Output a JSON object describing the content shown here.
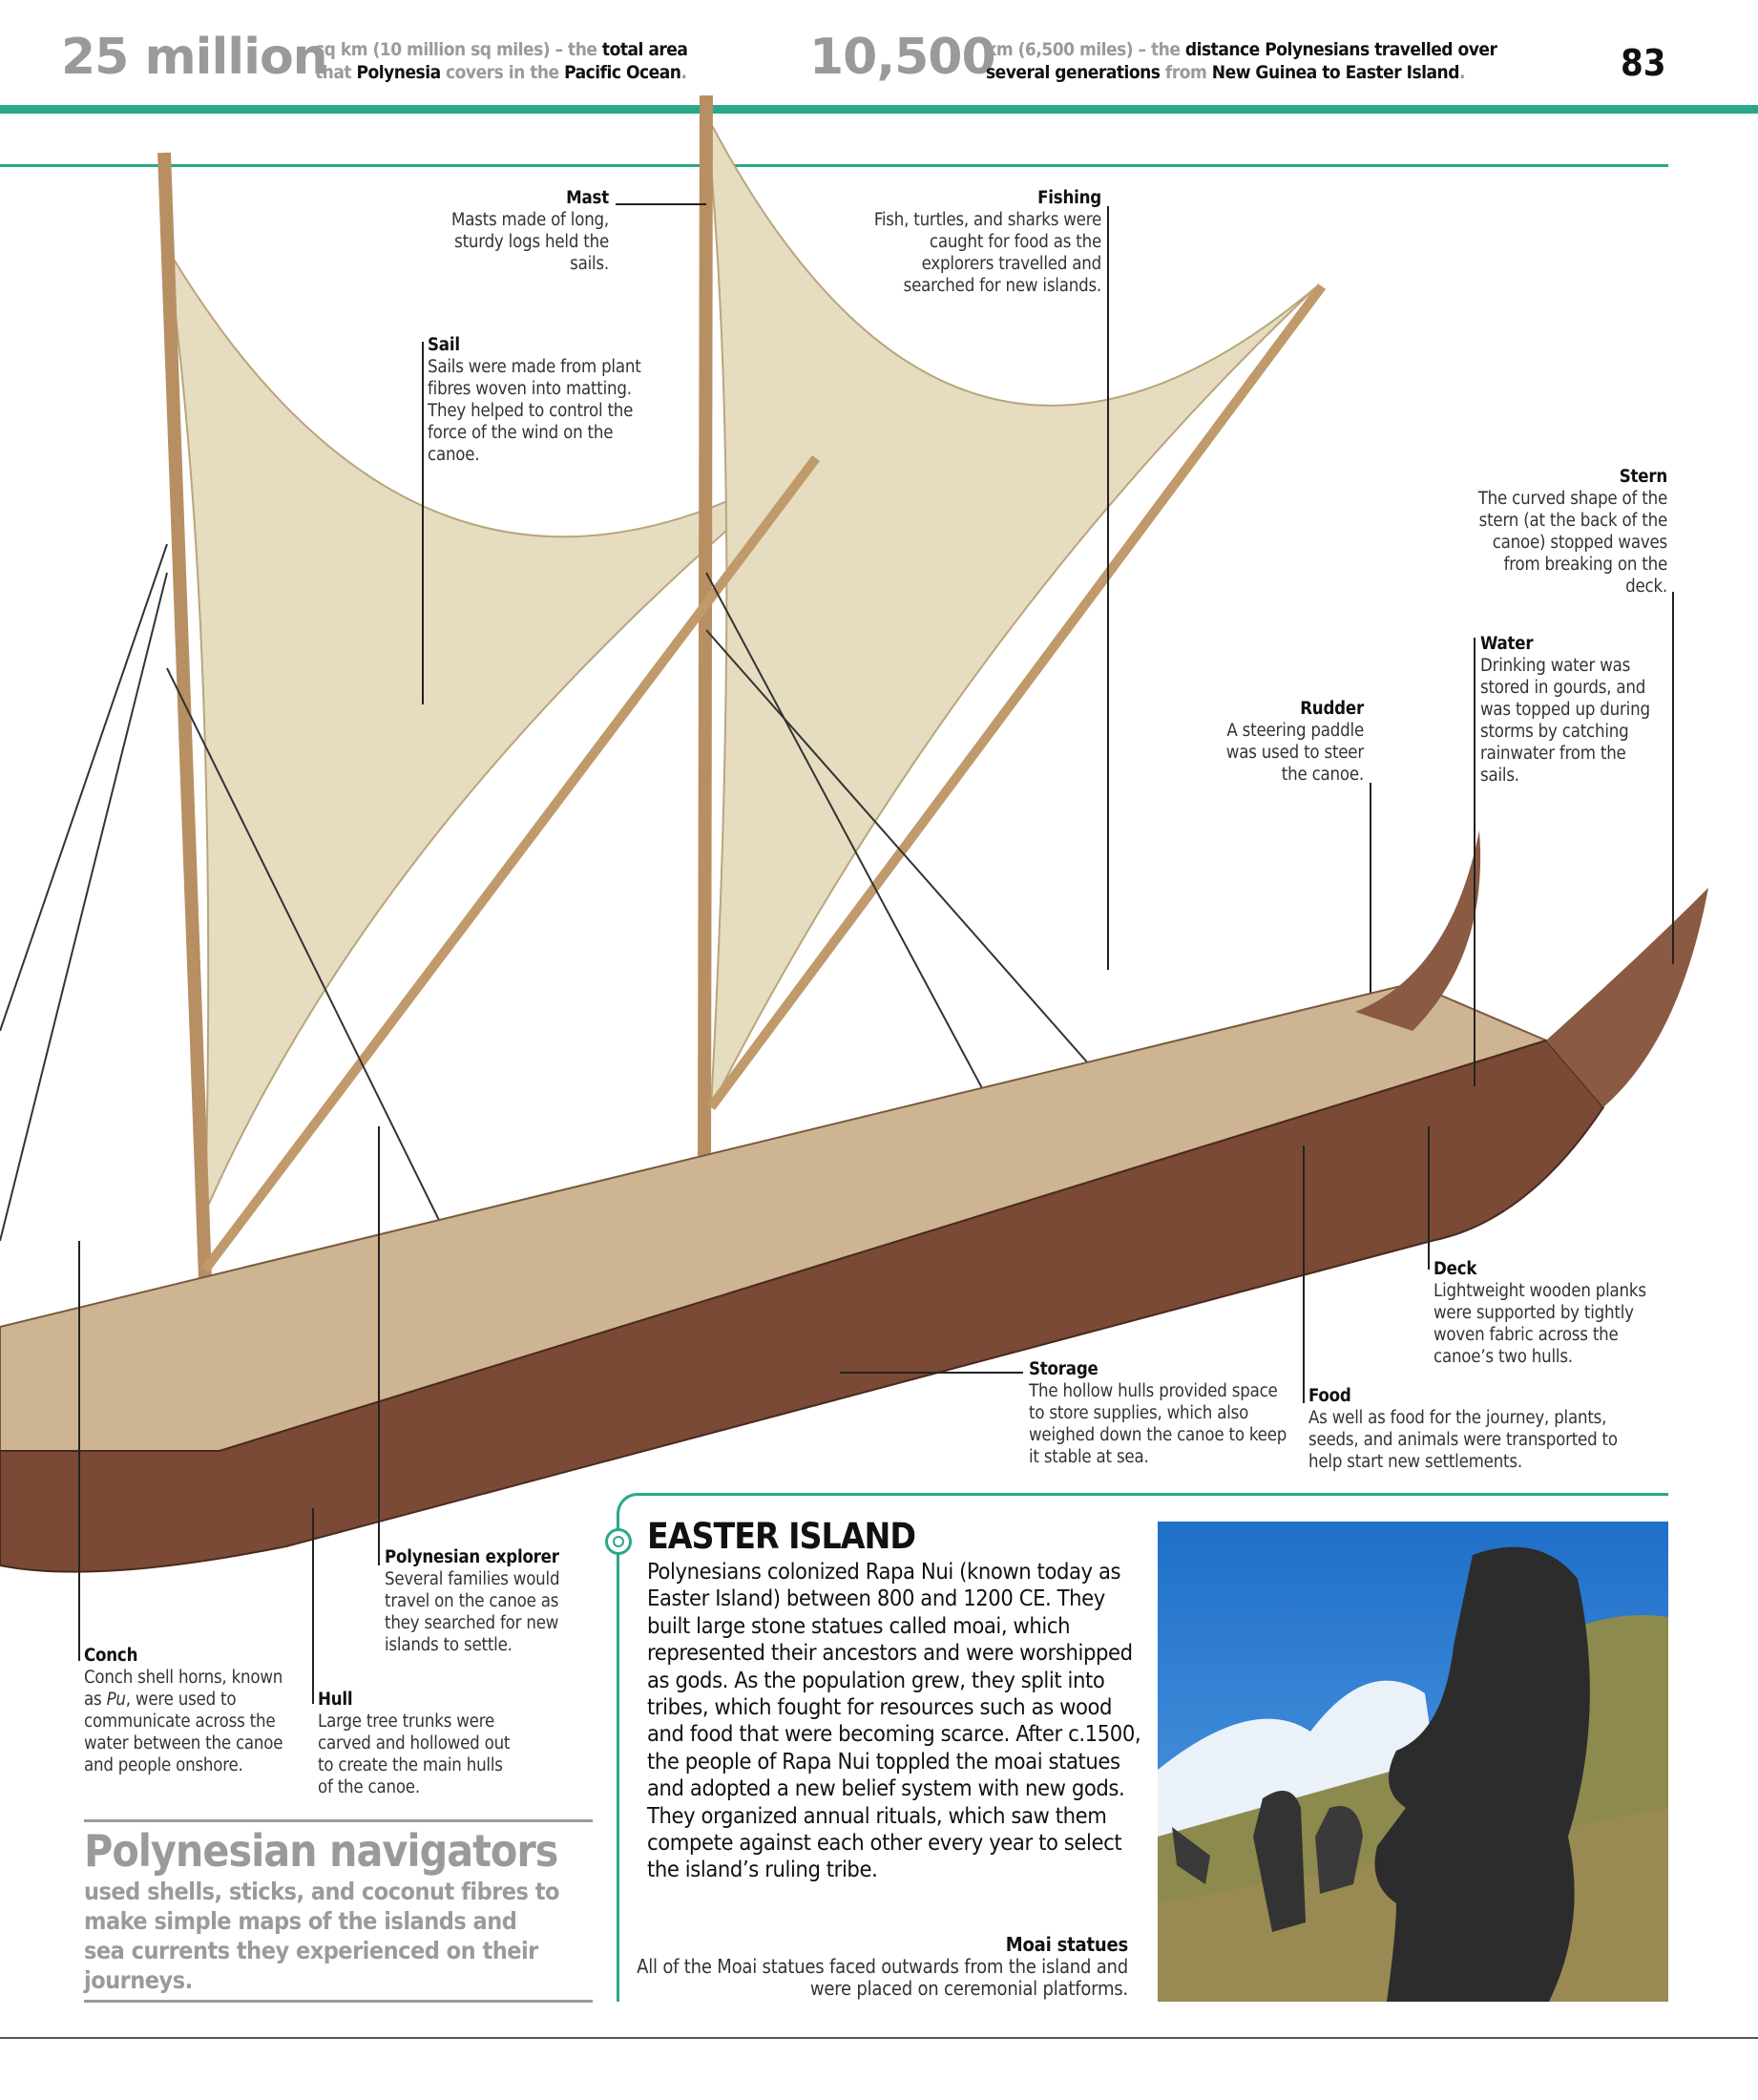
{
  "header": {
    "stat1_number": "25 million",
    "stat1_line1_a": "sq km (10 million sq miles) – the ",
    "stat1_line1_b": "total area",
    "stat1_line2_a": "that ",
    "stat1_line2_b": "Polynesia",
    "stat1_line2_c": " covers in the ",
    "stat1_line2_d": "Pacific Ocean",
    "stat2_number": "10,500",
    "stat2_line1_a": "km (6,500 miles) – the ",
    "stat2_line1_b": "distance Polynesians travelled over",
    "stat2_line2_a": "several generations",
    "stat2_line2_b": " from ",
    "stat2_line2_c": "New Guinea to Easter Island",
    "page_number": "83"
  },
  "colors": {
    "accent": "#2aa88a",
    "hull": "#7a4a36",
    "sail": "#e6dcc0",
    "text_gray": "#9a9a9a"
  },
  "labels": {
    "mast": {
      "title": "Mast",
      "text": "Masts made of long, sturdy logs held the sails."
    },
    "fishing": {
      "title": "Fishing",
      "text": "Fish, turtles, and sharks were caught for food as the explorers travelled and searched for new islands."
    },
    "sail": {
      "title": "Sail",
      "text": "Sails were made from plant fibres woven into matting. They helped to control the force of the wind on the canoe."
    },
    "stern": {
      "title": "Stern",
      "text": "The curved shape of the stern (at the back of the canoe) stopped waves from breaking on the deck."
    },
    "water": {
      "title": "Water",
      "text": "Drinking water was stored in gourds, and was topped up during storms by catching rainwater from the sails."
    },
    "rudder": {
      "title": "Rudder",
      "text": "A steering paddle was used to steer the canoe."
    },
    "deck": {
      "title": "Deck",
      "text": "Lightweight wooden planks were supported by tightly woven fabric across the canoe’s two hulls."
    },
    "storage": {
      "title": "Storage",
      "text": "The hollow hulls provided space to store supplies, which also weighed down the canoe to keep it stable at sea."
    },
    "food": {
      "title": "Food",
      "text": "As well as food for the journey, plants, seeds, and animals were transported to help start new settlements."
    },
    "explorer": {
      "title": "Polynesian explorer",
      "text": "Several families would travel on the canoe as they searched for new islands to settle."
    },
    "conch": {
      "title": "Conch",
      "text_a": "Conch shell horns, known as ",
      "text_em": "Pu",
      "text_b": ", were used to communicate across the water between the canoe and people onshore."
    },
    "hull": {
      "title": "Hull",
      "text": "Large tree trunks were carved and hollowed out to create the main hulls of the canoe."
    }
  },
  "navigators": {
    "title": "Polynesian navigators",
    "subtitle": "used shells, sticks, and coconut fibres to make simple maps of the islands and sea currents they experienced on their journeys."
  },
  "easter_island": {
    "title": "EASTER ISLAND",
    "body": "Polynesians colonized Rapa Nui (known today as Easter Island) between 800 and 1200 CE. They built large stone statues called moai, which represented their ancestors and were worshipped as gods. As the population grew, they split into tribes, which fought for resources such as wood and food that were becoming scarce. After c.1500, the people of Rapa Nui toppled the moai statues and adopted a new belief system with new gods. They organized annual rituals, which saw them compete against each other every year to select the island’s ruling tribe.",
    "photo_caption_title": "Moai statues",
    "photo_caption": "All of the Moai statues faced outwards from the island and were placed on ceremonial platforms."
  }
}
